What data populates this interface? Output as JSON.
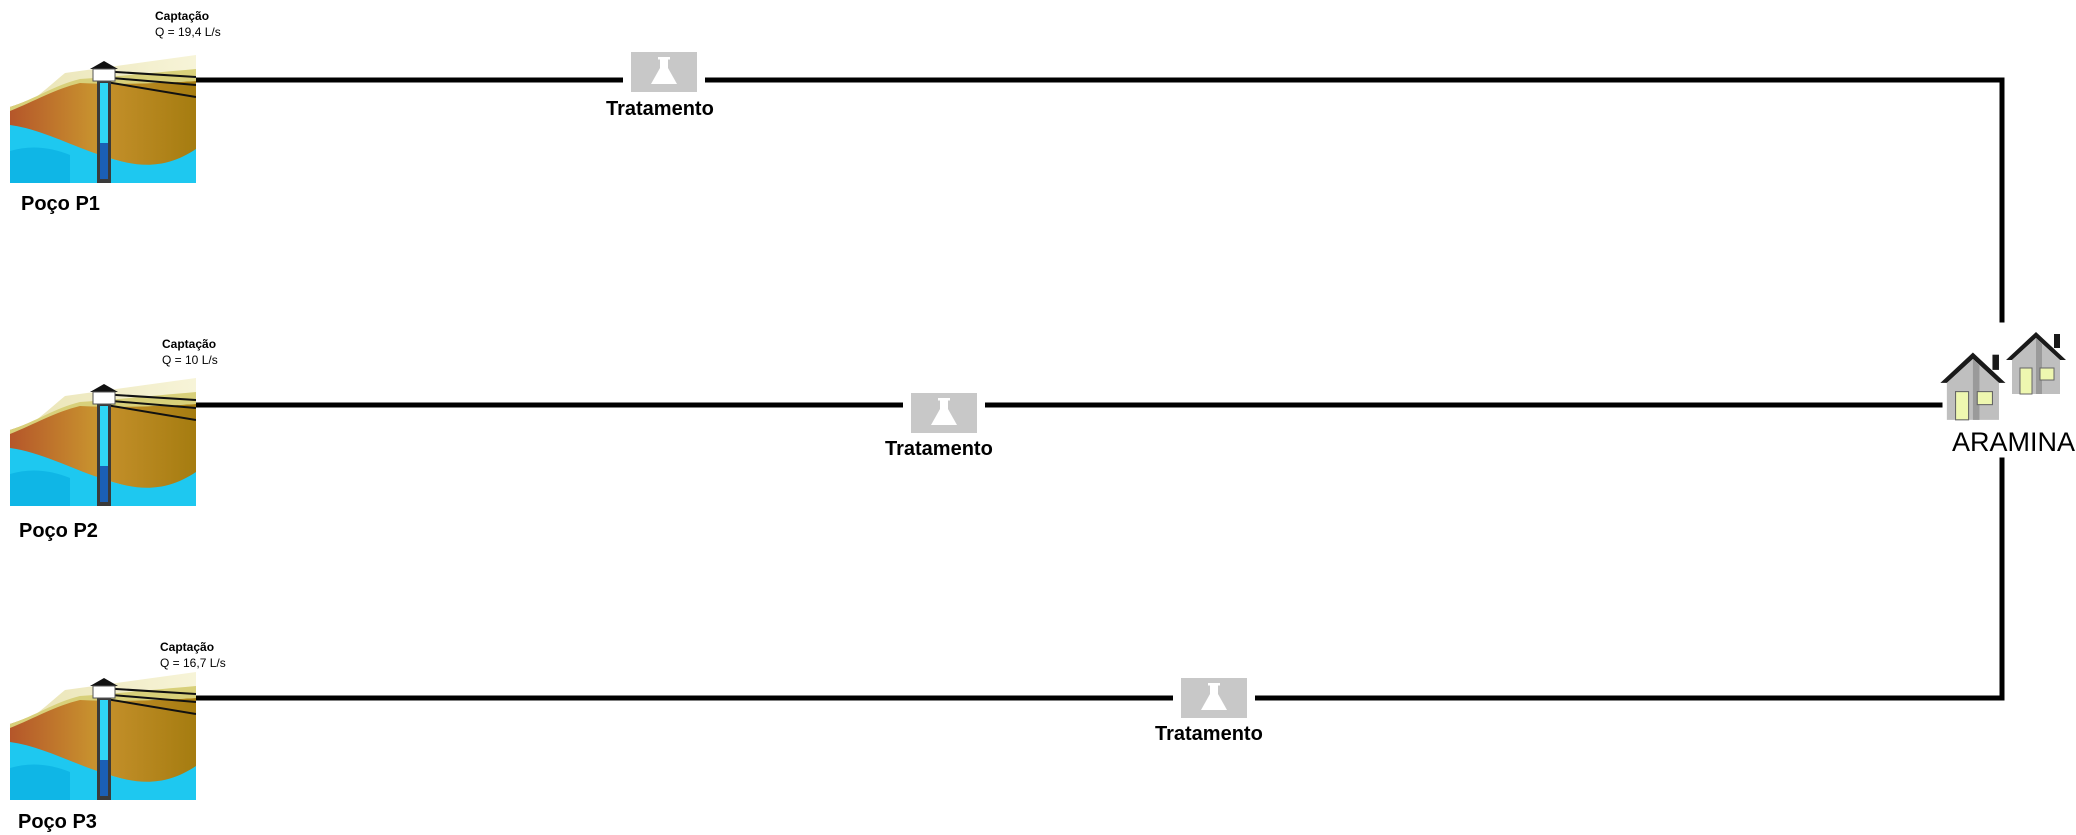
{
  "wells": [
    {
      "name": "Poço P1",
      "captacao_label": "Captação",
      "flow": "Q = 19,4  L/s",
      "treatment_label": "Tratamento"
    },
    {
      "name": "Poço P2",
      "captacao_label": "Captação",
      "flow": "Q = 10 L/s",
      "treatment_label": "Tratamento"
    },
    {
      "name": "Poço P3",
      "captacao_label": "Captação",
      "flow": "Q = 16,7 L/s",
      "treatment_label": "Tratamento"
    }
  ],
  "destination": {
    "name": "ARAMINA"
  },
  "icons": {
    "well": "well-cross-section-icon",
    "treatment": "lab-flask-icon",
    "destination": "houses-icon"
  },
  "colors": {
    "pipe": "#000000",
    "treatment_box": "#c8c8c8",
    "water": "#1ec8f0",
    "soil": "#b07a2a",
    "house_wall": "#bfbfbf",
    "house_roof": "#1a1a1a",
    "window": "#eef7b0"
  }
}
